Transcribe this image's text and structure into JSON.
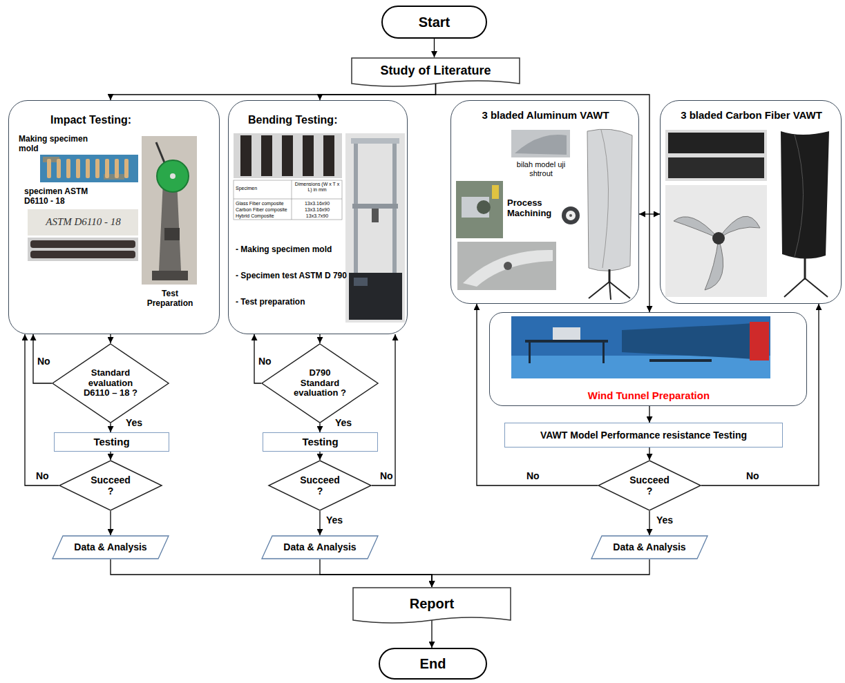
{
  "diagram": {
    "nodes": [
      {
        "text": [
          "Start"
        ]
      },
      {
        "text": [
          "Study of Literature"
        ]
      },
      {
        "text": [
          "Impact Testing:",
          "Making specimen mold",
          "specimen ASTM D6110 - 18",
          "Test Preparation"
        ]
      },
      {
        "text": [
          "Bending Testing:",
          "- Making specimen mold",
          "- Specimen test ASTM D 790",
          "- Test preparation"
        ]
      },
      {
        "text": [
          "3 bladed Aluminum VAWT",
          "bilah model uji shtrout",
          "Process Machining"
        ]
      },
      {
        "text": [
          "3 bladed Carbon Fiber VAWT"
        ]
      },
      {
        "text": [
          "Wind Tunnel Preparation"
        ]
      },
      {
        "text": [
          "Standard evaluation D6110 – 18 ?"
        ]
      },
      {
        "text": [
          "D790 Standard evaluation ?"
        ]
      },
      {
        "text": [
          "Testing"
        ]
      },
      {
        "text": [
          "Testing"
        ]
      },
      {
        "text": [
          "Succeed ?"
        ]
      },
      {
        "text": [
          "Succeed ?"
        ]
      },
      {
        "text": [
          "VAWT Model Performance resistance Testing"
        ]
      },
      {
        "text": [
          "Succeed ?"
        ]
      },
      {
        "text": [
          "Data & Analysis"
        ]
      },
      {
        "text": [
          "Data & Analysis"
        ]
      },
      {
        "text": [
          "Data & Analysis"
        ]
      },
      {
        "text": [
          "Report"
        ]
      },
      {
        "text": [
          "End"
        ]
      }
    ],
    "edges": [
      {
        "from": 0,
        "to": 1,
        "arrow": "to"
      },
      {
        "from": 1,
        "to": 2,
        "arrow": "to"
      },
      {
        "from": 1,
        "to": 3,
        "arrow": "to"
      },
      {
        "from": 1,
        "to": 6,
        "arrow": "to"
      },
      {
        "from": 4,
        "to": 5,
        "arrow": "both"
      },
      {
        "from": 2,
        "to": 7,
        "arrow": "to"
      },
      {
        "from": 7,
        "to": 2,
        "label": "No",
        "arrow": "to"
      },
      {
        "from": 7,
        "to": 9,
        "label": "Yes",
        "arrow": "to"
      },
      {
        "from": 9,
        "to": 11,
        "arrow": "to"
      },
      {
        "from": 11,
        "to": 2,
        "label": "No",
        "arrow": "to"
      },
      {
        "from": 11,
        "to": 15,
        "arrow": "to"
      },
      {
        "from": 15,
        "to": 18,
        "arrow": "to"
      },
      {
        "from": 3,
        "to": 8,
        "arrow": "to"
      },
      {
        "from": 8,
        "to": 3,
        "label": "No",
        "arrow": "to"
      },
      {
        "from": 8,
        "to": 10,
        "label": "Yes",
        "arrow": "to"
      },
      {
        "from": 10,
        "to": 12,
        "arrow": "to"
      },
      {
        "from": 12,
        "to": 3,
        "label": "No",
        "arrow": "to"
      },
      {
        "from": 12,
        "to": 16,
        "label": "Yes",
        "arrow": "to"
      },
      {
        "from": 16,
        "to": 18,
        "arrow": "to"
      },
      {
        "from": 6,
        "to": 13,
        "arrow": "to"
      },
      {
        "from": 13,
        "to": 14,
        "arrow": "to"
      },
      {
        "from": 14,
        "to": 4,
        "label": "No",
        "arrow": "to"
      },
      {
        "from": 14,
        "to": 5,
        "label": "No",
        "arrow": "to"
      },
      {
        "from": 14,
        "to": 17,
        "label": "Yes",
        "arrow": "to"
      },
      {
        "from": 17,
        "to": 18,
        "arrow": "to"
      },
      {
        "from": 18,
        "to": 19,
        "arrow": "to"
      }
    ],
    "labels": [
      "ASTM D6110 - 18",
      "Specimen",
      "Dimensions (W x T x L) in mm",
      "Glass Fiber composite",
      "13x3.16x90",
      "Carbon Fiber composite",
      "13x3.16x90",
      "Hybrid Composite",
      "13x3.7x90"
    ]
  }
}
